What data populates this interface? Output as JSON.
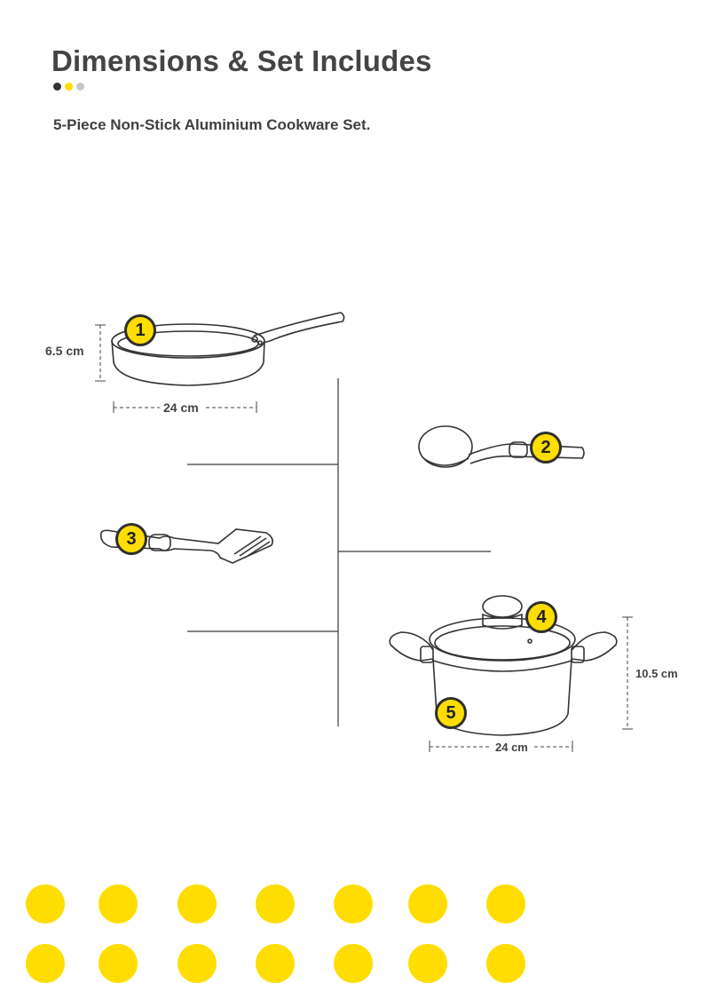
{
  "header": {
    "title": "Dimensions & Set Includes",
    "subtitle": "5-Piece Non-Stick Aluminium Cookware Set."
  },
  "colors": {
    "accent_yellow": "#FFDD00",
    "dot_dark": "#333333",
    "dot_grey": "#c8c8c8",
    "line": "#3a3a3a"
  },
  "items": [
    {
      "number": "1",
      "name": "frying-pan",
      "height": "6.5 cm",
      "width": "24 cm"
    },
    {
      "number": "2",
      "name": "ladle"
    },
    {
      "number": "3",
      "name": "spatula"
    },
    {
      "number": "4",
      "name": "glass-lid"
    },
    {
      "number": "5",
      "name": "casserole-pot",
      "height": "10.5 cm",
      "width": "24 cm"
    }
  ]
}
